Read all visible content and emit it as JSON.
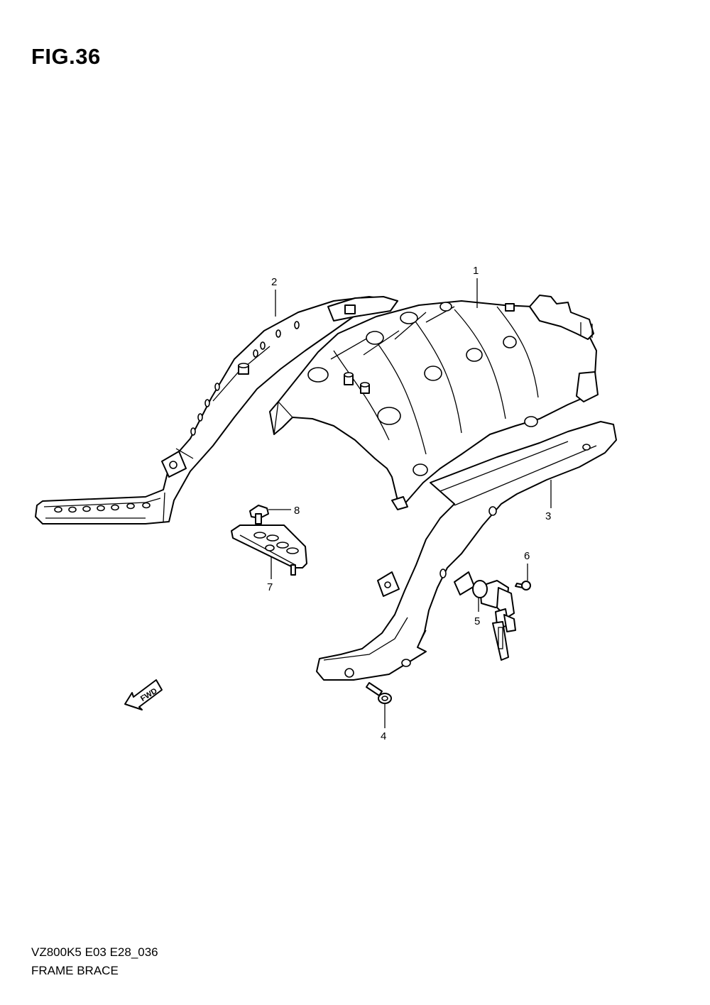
{
  "figure": {
    "title": "FIG.36"
  },
  "callouts": [
    {
      "id": "1",
      "label": "1"
    },
    {
      "id": "2",
      "label": "2"
    },
    {
      "id": "3",
      "label": "3"
    },
    {
      "id": "4",
      "label": "4"
    },
    {
      "id": "5",
      "label": "5"
    },
    {
      "id": "6",
      "label": "6"
    },
    {
      "id": "7",
      "label": "7"
    },
    {
      "id": "8",
      "label": "8"
    }
  ],
  "fwd_indicator": {
    "label": "FWD"
  },
  "footer": {
    "model_code": "VZ800K5 E03 E28_036",
    "section_name": "FRAME BRACE"
  }
}
